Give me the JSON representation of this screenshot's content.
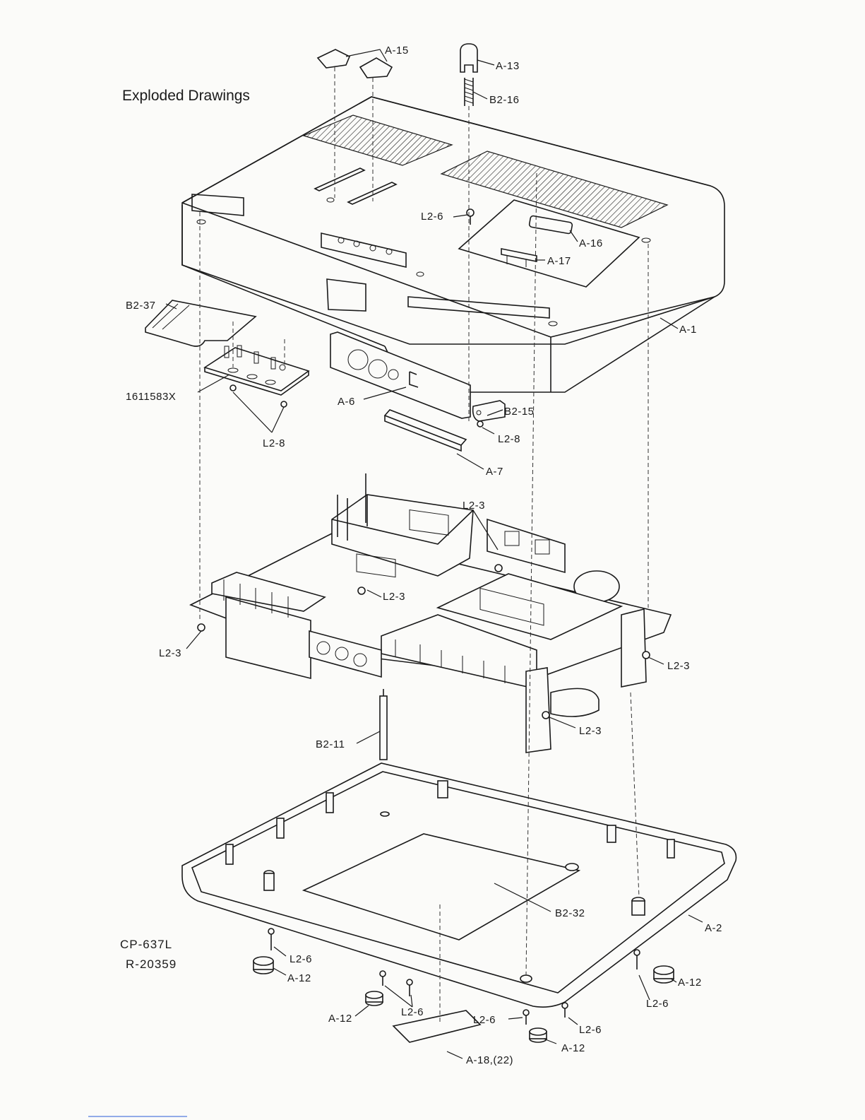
{
  "title": "Exploded Drawings",
  "model": {
    "line1": "CP-637L",
    "line2": "R-20359"
  },
  "labels": {
    "a15": "A-15",
    "a13": "A-13",
    "b2_16": "B2-16",
    "l2_6_top": "L2-6",
    "a16": "A-16",
    "a17": "A-17",
    "a1": "A-1",
    "b2_37": "B2-37",
    "pcb": "1611583X",
    "a6": "A-6",
    "b2_15": "B2-15",
    "l2_8_left": "L2-8",
    "l2_8_right": "L2-8",
    "a7": "A-7",
    "l2_3_top": "L2-3",
    "l2_3_mid": "L2-3",
    "l2_3_left": "L2-3",
    "l2_3_right": "L2-3",
    "l2_3_lower": "L2-3",
    "b2_11": "B2-11",
    "b2_32": "B2-32",
    "a2": "A-2",
    "l2_6_a": "L2-6",
    "a12_a": "A-12",
    "a12_b": "A-12",
    "l2_6_b": "L2-6",
    "l2_6_c": "L2-6",
    "l2_6_d": "L2-6",
    "a12_c": "A-12",
    "a12_d": "A-12",
    "l2_6_e": "L2-6",
    "a18": "A-18,(22)"
  }
}
